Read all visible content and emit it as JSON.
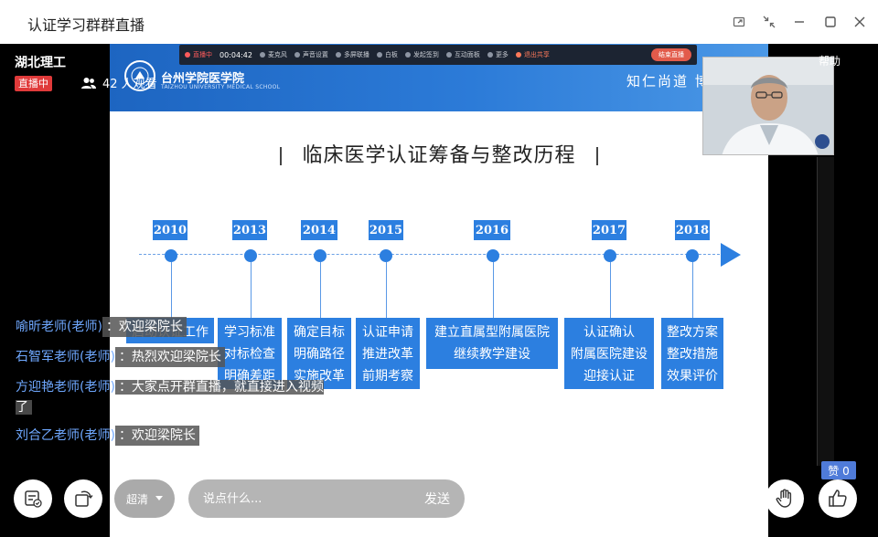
{
  "window": {
    "title": "认证学习群群直播",
    "controls": [
      "popout-icon",
      "shrink-icon",
      "minimize-icon",
      "maximize-icon",
      "close-icon"
    ]
  },
  "host": {
    "name": "湖北理工",
    "live_badge": "直播中",
    "viewers": "42 人观看"
  },
  "help_label": "帮助",
  "stream_toolbar": {
    "status": "直播中",
    "timer": "00:04:42",
    "items": [
      "麦克风",
      "声音设置",
      "多屏联播",
      "白板",
      "发起签到",
      "互动面板",
      "更多"
    ],
    "exit_share": "退出共享",
    "end_button": "结束直播"
  },
  "slide": {
    "school_cn": "台州学院医学院",
    "school_en": "TAIZHOU UNIVERSITY MEDICAL SCHOOL",
    "motto": "知仁尚道 博",
    "title": "临床医学认证筹备与整改历程",
    "timeline": [
      {
        "year": "2010",
        "lines": [
          "启动认证工作"
        ]
      },
      {
        "year": "2013",
        "lines": [
          "学习标准",
          "对标检查",
          "明确差距"
        ]
      },
      {
        "year": "2014",
        "lines": [
          "确定目标",
          "明确路径",
          "实施改革"
        ]
      },
      {
        "year": "2015",
        "lines": [
          "认证申请",
          "推进改革",
          "前期考察"
        ]
      },
      {
        "year": "2016",
        "lines": [
          "建立直属型附属医院",
          "继续教学建设"
        ]
      },
      {
        "year": "2017",
        "lines": [
          "认证确认",
          "附属医院建设",
          "迎接认证"
        ]
      },
      {
        "year": "2018",
        "lines": [
          "整改方案",
          "整改措施",
          "效果评价"
        ]
      }
    ]
  },
  "comments": [
    {
      "author": "喻昕老师(老师)",
      "message": "：欢迎梁院长"
    },
    {
      "author": "石智军老师(老师)",
      "message": "：热烈欢迎梁院长"
    },
    {
      "author": "方迎艳老师(老师)",
      "message": "：大家点开群直播，就直接进入视频了"
    },
    {
      "author": "刘合乙老师(老师)",
      "message": "：欢迎梁院长"
    }
  ],
  "controls": {
    "quality_label": "超清",
    "input_placeholder": "说点什么...",
    "send_label": "发送",
    "like_label": "赞 0"
  },
  "colors": {
    "accent": "#2c7fe0",
    "live_red": "#e03a3a",
    "author_blue": "#6fa8ff"
  }
}
